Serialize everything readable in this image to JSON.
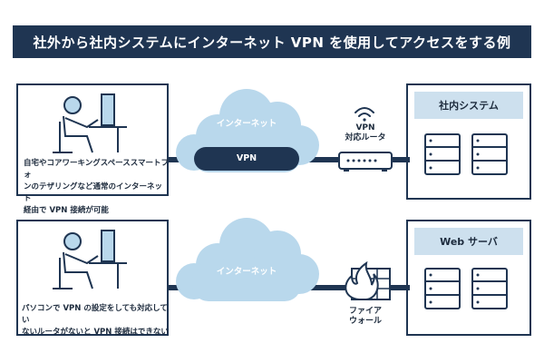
{
  "title": "社外から社内システムにインターネット VPN を使用してアクセスをする例",
  "top": {
    "caption_lines": [
      "自宅やコアワーキングスペーススマートフォ",
      "ンのテザリングなど通常のインターネット",
      "経由で VPN 接続が可能"
    ],
    "cloud_label": "インターネット",
    "tunnel_label": "VPN",
    "router_label_lines": [
      "VPN",
      "対応ルータ"
    ],
    "server_label": "社内システム"
  },
  "bottom": {
    "caption_lines": [
      "パソコンで VPN の設定をしても対応してい",
      "ないルータがないと VPN 接続はできない"
    ],
    "cloud_label": "インターネット",
    "firewall_label_lines": [
      "ファイア",
      "ウォール"
    ],
    "server_label": "Web サーバ"
  },
  "colors": {
    "navy": "#1f3552",
    "cloud": "#b9d8ec",
    "accent": "#cde0ee"
  }
}
